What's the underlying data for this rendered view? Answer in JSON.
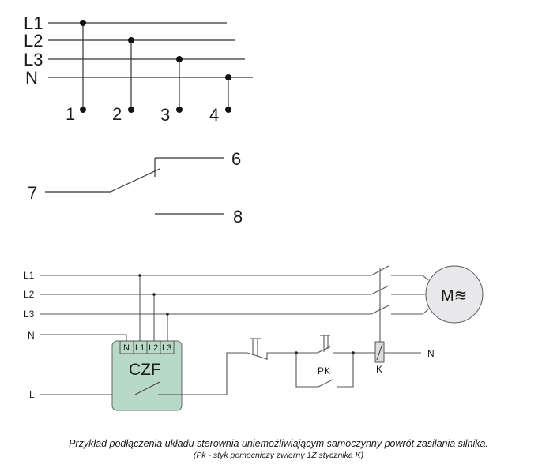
{
  "top_diagram": {
    "bus_labels": [
      "L1",
      "L2",
      "L3",
      "N"
    ],
    "terminal_labels": [
      "1",
      "2",
      "3",
      "4"
    ]
  },
  "switch_diagram": {
    "common_label": "7",
    "no_label": "6",
    "nc_label": "8"
  },
  "circuit": {
    "bus_labels": [
      "L1",
      "L2",
      "L3",
      "N",
      "L"
    ],
    "module_name": "CZF",
    "module_terminals": [
      "N",
      "L1",
      "L2",
      "L3"
    ],
    "module_color": "#b9d9c8",
    "aux_contact_label": "PK",
    "coil_label": "K",
    "coil_neutral_label": "N",
    "motor_label": "M≋",
    "motor_color": "#e8e8ea"
  },
  "caption": {
    "line1": "Przykład podłączenia układu sterownia uniemożliwiającym samoczynny powrót zasilania silnika.",
    "line2": "(Pk - styk pomocniczy zwierny 1Z stycznika K)"
  }
}
